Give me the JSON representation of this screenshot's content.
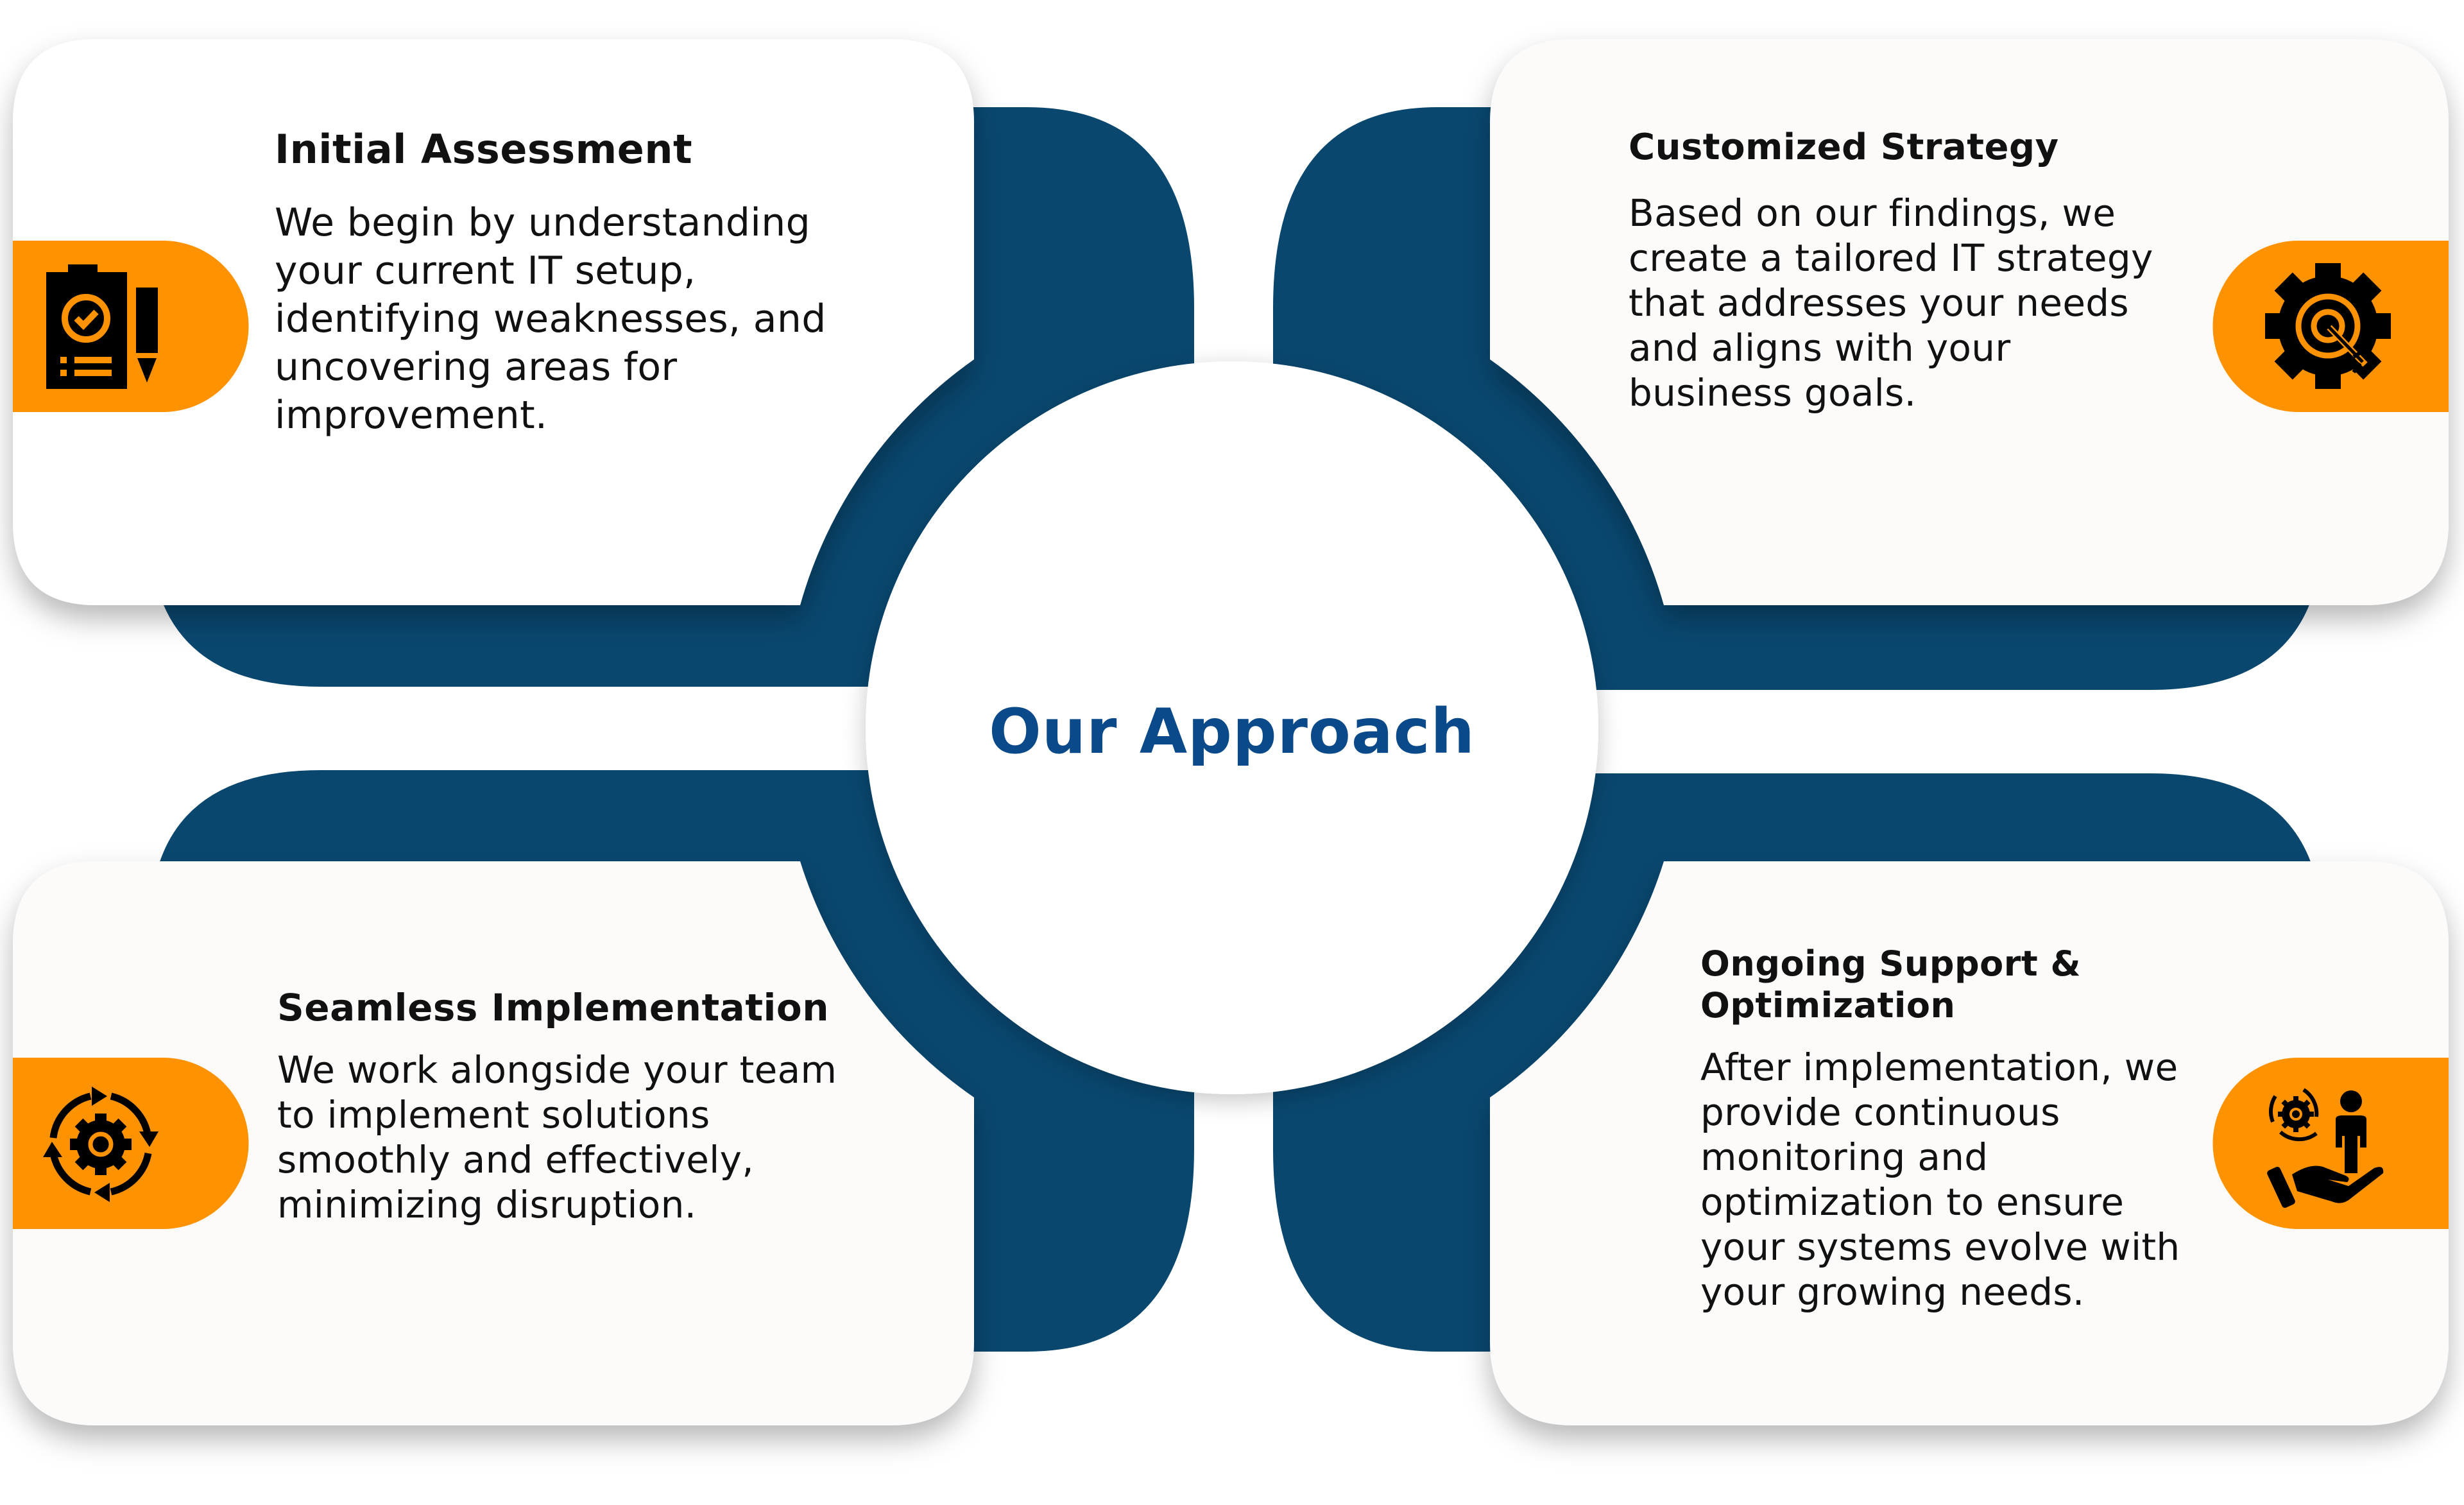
{
  "diagram": {
    "center_title": "Our Approach",
    "colors": {
      "navy": "#09476F",
      "orange": "#FF9200",
      "title_blue": "#0B4A8A",
      "card_bg": "#FDFBFA",
      "text": "#111111"
    },
    "steps": [
      {
        "title": "Initial Assessment",
        "body": "We begin by understanding your current IT setup, identifying weaknesses, and uncovering areas for improvement.",
        "icon": "clipboard-checklist-pencil-icon",
        "position": "top-left"
      },
      {
        "title": "Customized Strategy",
        "body": "Based on our findings, we create a tailored IT strategy that addresses your needs and aligns with your business goals.",
        "icon": "gear-target-icon",
        "position": "top-right"
      },
      {
        "title": "Seamless Implementation",
        "body": "We work alongside your team to implement solutions smoothly and effectively, minimizing disruption.",
        "icon": "gear-cycle-arrows-icon",
        "position": "bottom-left"
      },
      {
        "title": "Ongoing Support & Optimization",
        "body": "After implementation, we provide continuous monitoring and optimization to ensure your systems evolve with your growing needs.",
        "icon": "hand-gear-person-icon",
        "position": "bottom-right"
      }
    ]
  }
}
